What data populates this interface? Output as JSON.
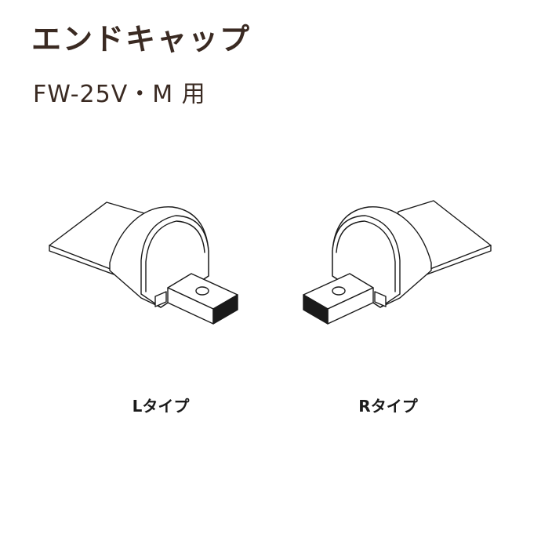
{
  "header": {
    "title": "エンドキャップ",
    "subtitle": "FW-25V・M 用"
  },
  "parts": [
    {
      "label": "Lタイプ",
      "icon": "end-cap-l-illustration"
    },
    {
      "label": "Rタイプ",
      "icon": "end-cap-r-illustration"
    }
  ],
  "colors": {
    "text": "#3a2a22",
    "line": "#1a1a1a",
    "background": "#ffffff"
  }
}
